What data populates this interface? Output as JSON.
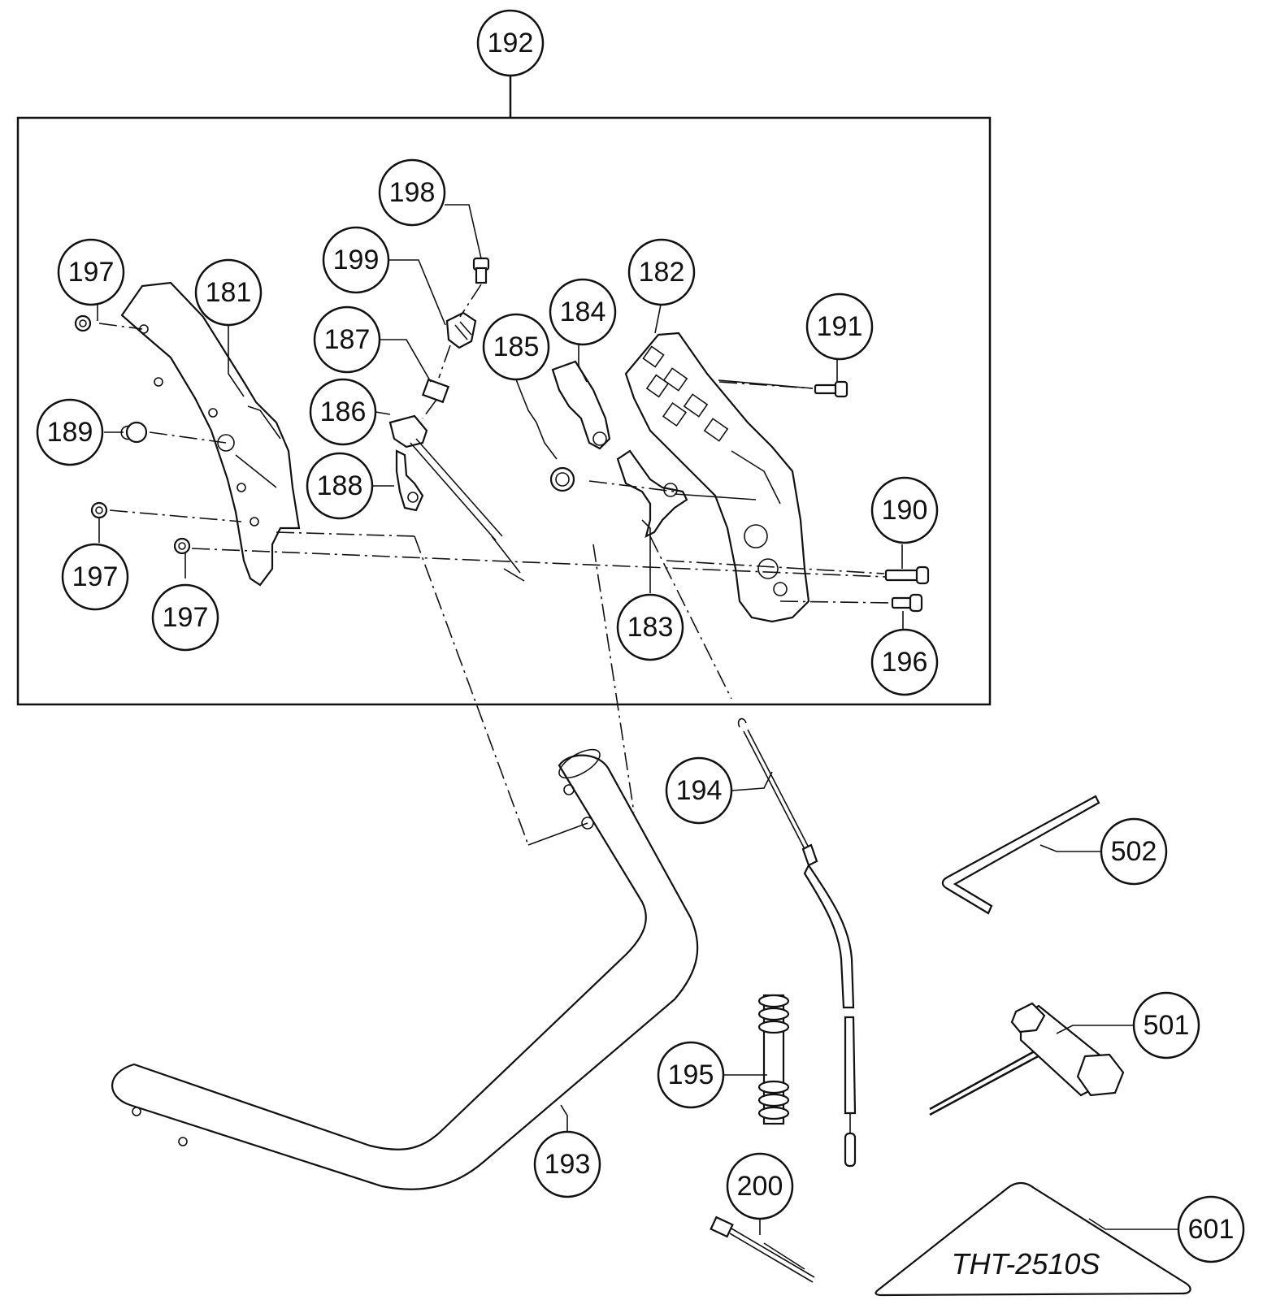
{
  "callouts": [
    {
      "id": "c192",
      "label": "192"
    },
    {
      "id": "c198",
      "label": "198"
    },
    {
      "id": "c197a",
      "label": "197"
    },
    {
      "id": "c181",
      "label": "181"
    },
    {
      "id": "c199",
      "label": "199"
    },
    {
      "id": "c182",
      "label": "182"
    },
    {
      "id": "c184",
      "label": "184"
    },
    {
      "id": "c187",
      "label": "187"
    },
    {
      "id": "c185",
      "label": "185"
    },
    {
      "id": "c191",
      "label": "191"
    },
    {
      "id": "c186",
      "label": "186"
    },
    {
      "id": "c189",
      "label": "189"
    },
    {
      "id": "c188",
      "label": "188"
    },
    {
      "id": "c190",
      "label": "190"
    },
    {
      "id": "c197b",
      "label": "197"
    },
    {
      "id": "c197c",
      "label": "197"
    },
    {
      "id": "c183",
      "label": "183"
    },
    {
      "id": "c196",
      "label": "196"
    },
    {
      "id": "c194",
      "label": "194"
    },
    {
      "id": "c502",
      "label": "502"
    },
    {
      "id": "c501",
      "label": "501"
    },
    {
      "id": "c195",
      "label": "195"
    },
    {
      "id": "c193",
      "label": "193"
    },
    {
      "id": "c200",
      "label": "200"
    },
    {
      "id": "c601",
      "label": "601"
    }
  ],
  "model_label": "THT-2510S"
}
